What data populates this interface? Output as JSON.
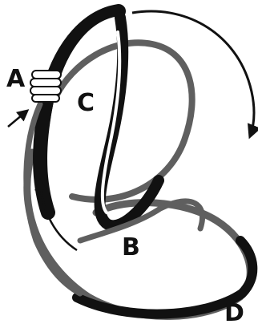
{
  "labels": {
    "a": "A",
    "b": "B",
    "c": "C",
    "d": "D"
  },
  "colors": {
    "band_black": "#111111",
    "band_gray": "#5f5f5f",
    "band_white": "#ffffff",
    "arrow": "#111111"
  },
  "icons": {
    "pinch": "fingers-grip-icon"
  }
}
